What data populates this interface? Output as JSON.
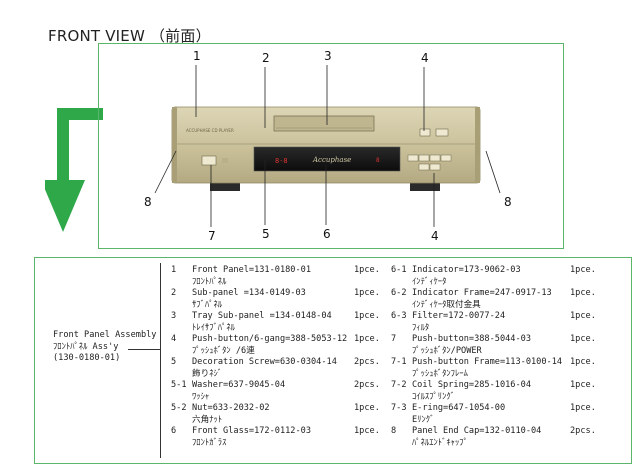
{
  "page": {
    "title": "FRONT VIEW （前面）"
  },
  "photo": {
    "brand_text": "Accuphase",
    "callouts": [
      "1",
      "2",
      "3",
      "4",
      "8",
      "7",
      "5",
      "6",
      "4",
      "8"
    ]
  },
  "assembly": {
    "line1": "Front Panel Assembly",
    "line2": "ﾌﾛﾝﾄﾊﾟﾈﾙ Ass'y",
    "line3": "(130-0180-01)"
  },
  "parts_left": [
    {
      "no": "1",
      "name": "Front Panel=131-0180-01",
      "kana": "ﾌﾛﾝﾄﾊﾟﾈﾙ",
      "qty": "1pce."
    },
    {
      "no": "2",
      "name": "Sub-panel =134-0149-03",
      "kana": "ｻﾌﾞﾊﾟﾈﾙ",
      "qty": "1pce."
    },
    {
      "no": "3",
      "name": "Tray Sub-panel =134-0148-04",
      "kana": "ﾄﾚｲｻﾌﾞﾊﾟﾈﾙ",
      "qty": "1pce."
    },
    {
      "no": "4",
      "name": "Push-button/6-gang=388-5053-12",
      "kana": "ﾌﾟｯｼｭﾎﾞﾀﾝ /6連",
      "qty": "1pce."
    },
    {
      "no": "5",
      "name": "Decoration Screw=630-0304-14",
      "kana": "飾りﾈｼﾞ",
      "qty": "2pcs."
    },
    {
      "no": "5-1",
      "name": "Washer=637-9045-04",
      "kana": "ﾜｯｼｬ",
      "qty": "2pcs."
    },
    {
      "no": "5-2",
      "name": "Nut=633-2032-02",
      "kana": "六角ﾅｯﾄ",
      "qty": "1pce."
    },
    {
      "no": "6",
      "name": "Front Glass=172-0112-03",
      "kana": "ﾌﾛﾝﾄｶﾞﾗｽ",
      "qty": "1pce."
    }
  ],
  "parts_right": [
    {
      "no": "6-1",
      "name": "Indicator=173-9062-03",
      "kana": "ｲﾝﾃﾞｨｹｰﾀ",
      "qty": "1pce."
    },
    {
      "no": "6-2",
      "name": "Indicator Frame=247-0917-13",
      "kana": "ｲﾝﾃﾞｨｹｰﾀ取付金具",
      "qty": "1pce."
    },
    {
      "no": "6-3",
      "name": "Filter=172-0077-24",
      "kana": "ﾌｨﾙﾀ",
      "qty": "1pce."
    },
    {
      "no": "7",
      "name": "Push-button=388-5044-03",
      "kana": "ﾌﾟｯｼｭﾎﾞﾀﾝ/POWER",
      "qty": "1pce."
    },
    {
      "no": "7-1",
      "name": "Push-button Frame=113-0100-14",
      "kana": "ﾌﾟｯｼｭﾎﾞﾀﾝﾌﾚｰﾑ",
      "qty": "1pce."
    },
    {
      "no": "7-2",
      "name": "Coil Spring=285-1016-04",
      "kana": "ｺｲﾙｽﾌﾟﾘﾝｸﾞ",
      "qty": "1pce."
    },
    {
      "no": "7-3",
      "name": "E-ring=647-1054-00",
      "kana": "Eﾘﾝｸﾞ",
      "qty": "1pce."
    },
    {
      "no": "8",
      "name": "Panel End Cap=132-0110-04",
      "kana": "ﾊﾟﾈﾙｴﾝﾄﾞｷｬｯﾌﾟ",
      "qty": "2pcs."
    }
  ],
  "colors": {
    "frame_green": "#5bb56a",
    "arrow_green": "#2fa84a",
    "panel_gold": "#cfc7a4",
    "display_black": "#1a1a1a"
  }
}
